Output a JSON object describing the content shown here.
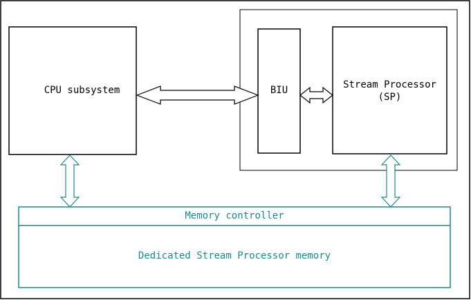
{
  "colors": {
    "outline": "#000000",
    "teal": "#1a8a8a",
    "background": "#ffffff"
  },
  "cpu": {
    "label": "CPU subsystem"
  },
  "biu": {
    "label": "BIU"
  },
  "sp": {
    "label": "Stream Processor\n(SP)"
  },
  "memory": {
    "controller_label": "Memory controller",
    "region_label": "Dedicated Stream Processor memory"
  }
}
